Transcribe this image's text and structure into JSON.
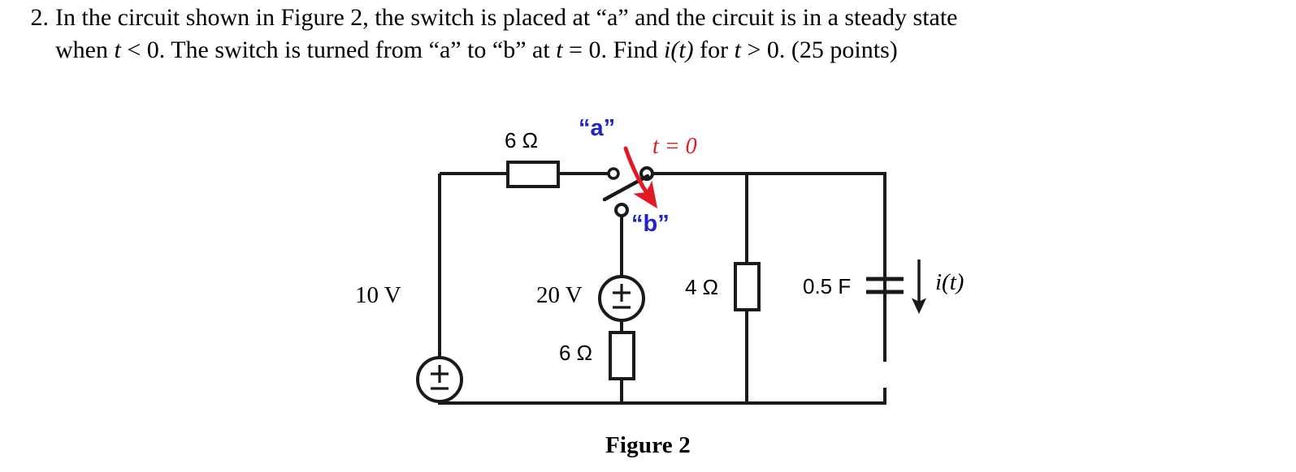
{
  "problem": {
    "number": "2.",
    "line1_a": "In the circuit shown in Figure 2, the switch is placed at “a” and the circuit is in a steady state",
    "line2_a": "when ",
    "line2_t1": "t",
    "line2_b": " < 0. The switch is turned from “a” to “b” at ",
    "line2_t2": "t",
    "line2_c": " = 0. Find ",
    "line2_i": "i(t)",
    "line2_d": " for ",
    "line2_t3": "t",
    "line2_e": " > 0. (25 points)"
  },
  "figure": {
    "caption": "Figure 2",
    "labels": {
      "r_top": "6 Ω",
      "r_bottom": "6 Ω",
      "r_right": "4 Ω",
      "cap": "0.5 F",
      "src_left": "10 V",
      "src_mid": "20 V",
      "current": "i(t)",
      "switch_a": "“a”",
      "switch_b": "“b”",
      "switch_time": "t = 0"
    },
    "colors": {
      "wire": "#1a1a1a",
      "switch_label": "#2222cc",
      "time_annotation": "#e01b24"
    }
  }
}
